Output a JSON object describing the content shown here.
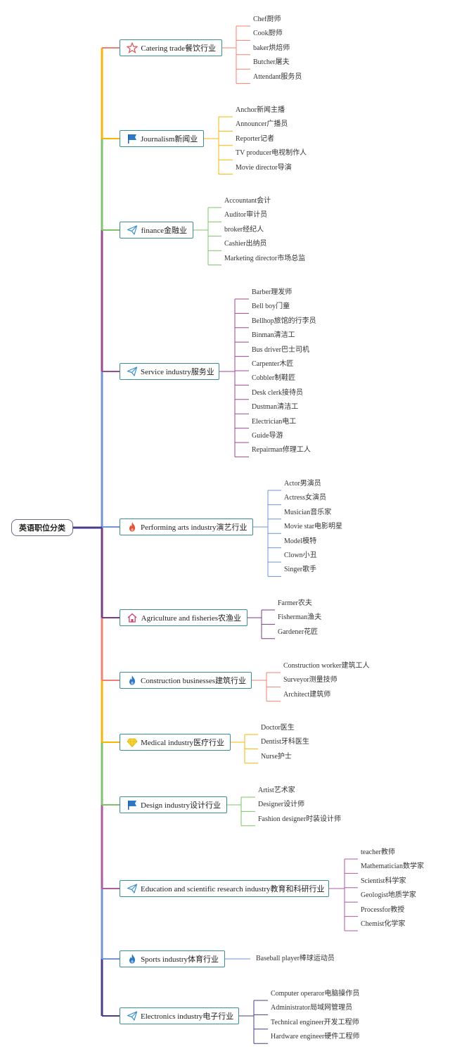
{
  "root": {
    "label": "英语职位分类"
  },
  "categories": [
    {
      "label": "Catering trade餐饮行业",
      "icon": "star-icon",
      "color": "#f08070",
      "items": [
        "Chef厨师",
        "Cook厨师",
        "baker烘焙师",
        "Butcher屠夫",
        "Attendant服务员"
      ]
    },
    {
      "label": "Journalism新闻业",
      "icon": "flag-icon",
      "color": "#f7b500",
      "items": [
        "Anchor新闻主播",
        "Announcer广播员",
        "Reporter记者",
        "TV producer电视制作人",
        "Movie director导演"
      ]
    },
    {
      "label": "finance金融业",
      "icon": "paper-plane-icon",
      "color": "#7cc46a",
      "items": [
        "Accountant会计",
        "Auditor审计员",
        "broker经纪人",
        "Cashier出纳员",
        "Marketing director市场总监"
      ]
    },
    {
      "label": "Service industry服务业",
      "icon": "paper-plane-icon",
      "color": "#9b4a8f",
      "items": [
        "Barber理发师",
        "Bell boy门童",
        "Bellhop旅馆的行李员",
        "Binman清洁工",
        "Bus driver巴士司机",
        "Carpenter木匠",
        "Cobbler制鞋匠",
        "Desk clerk接待员",
        "Dustman清洁工",
        "Electrician电工",
        "Guide导游",
        "Repairman修理工人"
      ]
    },
    {
      "label": "Performing arts industry演艺行业",
      "icon": "fire-icon",
      "color": "#6f95d6",
      "items": [
        "Actor男演员",
        "Actress女演员",
        "Musician音乐家",
        "Movie star电影明星",
        "Model模特",
        "Clown小丑",
        "Singer歌手"
      ]
    },
    {
      "label": "Agriculture and fisheries农渔业",
      "icon": "home-icon",
      "color": "#7a3a86",
      "items": [
        "Farmer农夫",
        "Fisherman渔夫",
        "Gardener花匠"
      ]
    },
    {
      "label": "Construction businesses建筑行业",
      "icon": "fire-icon",
      "color": "#f08070",
      "items": [
        "Construction worker建筑工人",
        "Surveyor测量技师",
        "Architect建筑师"
      ]
    },
    {
      "label": "Medical industry医疗行业",
      "icon": "gem-icon",
      "color": "#f7b500",
      "items": [
        "Doctor医生",
        "Dentist牙科医生",
        "Nurse护士"
      ]
    },
    {
      "label": "Design industry设计行业",
      "icon": "flag-icon",
      "color": "#7cc46a",
      "items": [
        "Artist艺术家",
        "Designer设计师",
        "Fashion designer时装设计师"
      ]
    },
    {
      "label": "Education and scientific research industry教育和科研行业",
      "icon": "paper-plane-icon",
      "color": "#b05aa0",
      "items": [
        "teacher教师",
        "Mathematician数学家",
        "Scientist科学家",
        "Geologist地质学家",
        "Processfor教授",
        "Chemist化学家"
      ]
    },
    {
      "label": "Sports industry体育行业",
      "icon": "fire-icon",
      "color": "#6f95d6",
      "items": [
        "Baseball player棒球运动员"
      ]
    },
    {
      "label": "Electronics industry电子行业",
      "icon": "paper-plane-icon",
      "color": "#4a3c8c",
      "items": [
        "Computer operaror电脑操作员",
        "Administrator局域网管理员",
        "Technical engineer开发工程师",
        "Hardware engineer硬件工程师"
      ]
    }
  ]
}
